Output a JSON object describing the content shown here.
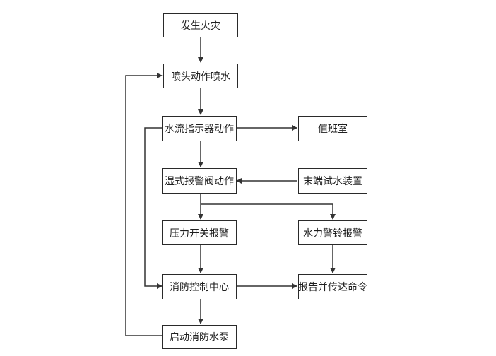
{
  "diagram": {
    "nodes": [
      {
        "id": "fire",
        "label": "发生火灾"
      },
      {
        "id": "sprinkler",
        "label": "喷头动作喷水"
      },
      {
        "id": "water-flow",
        "label": "水流指示器动作"
      },
      {
        "id": "duty-room",
        "label": "值班室"
      },
      {
        "id": "alarm-valve",
        "label": "湿式报警阀动作"
      },
      {
        "id": "test-device",
        "label": "末端试水装置"
      },
      {
        "id": "pressure-switch",
        "label": "压力开关报警"
      },
      {
        "id": "hydraulic-bell",
        "label": "水力警铃报警"
      },
      {
        "id": "control-center",
        "label": "消防控制中心"
      },
      {
        "id": "report",
        "label": "报告并传达命令"
      },
      {
        "id": "pump",
        "label": "启动消防水泵"
      }
    ]
  },
  "colors": {
    "line": "#333333",
    "box_border": "#2a2a2a",
    "text": "#1f1f1f",
    "background": "#ffffff"
  }
}
